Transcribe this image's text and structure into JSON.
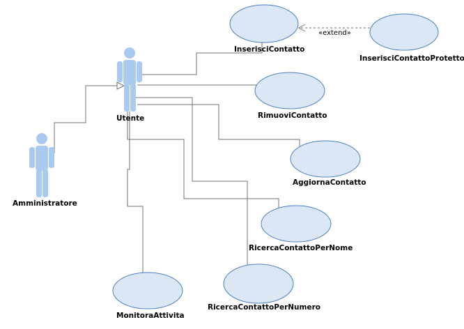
{
  "diagram": {
    "actors": [
      {
        "id": "utente",
        "label": "Utente"
      },
      {
        "id": "amministratore",
        "label": "Amministratore"
      }
    ],
    "use_cases": [
      {
        "id": "inserisci",
        "label": "InserisciContatto"
      },
      {
        "id": "inserisci-protetto",
        "label": "InserisciContattoProtetto"
      },
      {
        "id": "rimuovi",
        "label": "RimuoviContatto"
      },
      {
        "id": "aggiorna",
        "label": "AggiornaContatto"
      },
      {
        "id": "ricerca-nome",
        "label": "RicercaContattoPerNome"
      },
      {
        "id": "ricerca-numero",
        "label": "RicercaContattoPerNumero"
      },
      {
        "id": "monitora",
        "label": "MonitoraAttivita"
      }
    ],
    "relationships": {
      "extend_label": "«extend»"
    },
    "colors": {
      "use_case_fill": "#dbe7f5",
      "use_case_stroke": "#4a7fc1",
      "actor_fill": "#a9c9ee",
      "connector": "#707070"
    }
  }
}
